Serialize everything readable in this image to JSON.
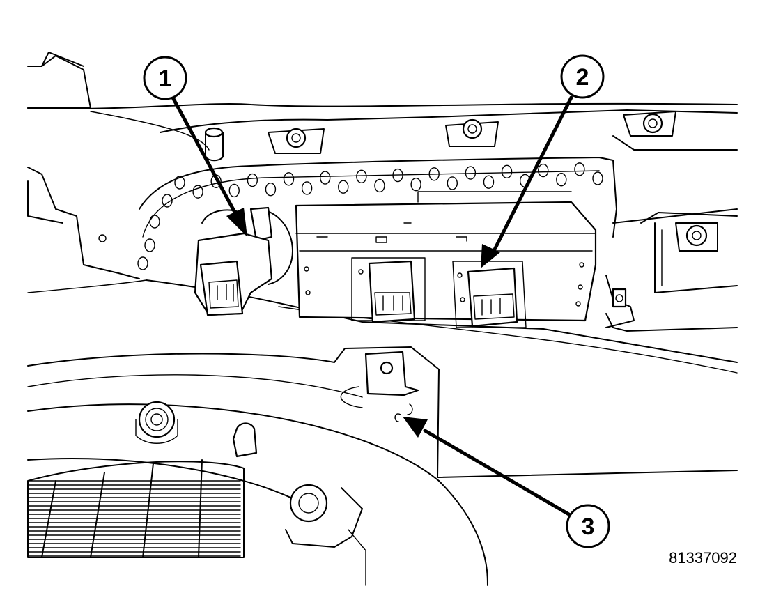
{
  "callouts": [
    {
      "id": "callout-1",
      "label": "1"
    },
    {
      "id": "callout-2",
      "label": "2"
    },
    {
      "id": "callout-3",
      "label": "3"
    }
  ],
  "figure_number": "81337092",
  "colors": {
    "ink": "#000000",
    "paper": "#ffffff"
  }
}
